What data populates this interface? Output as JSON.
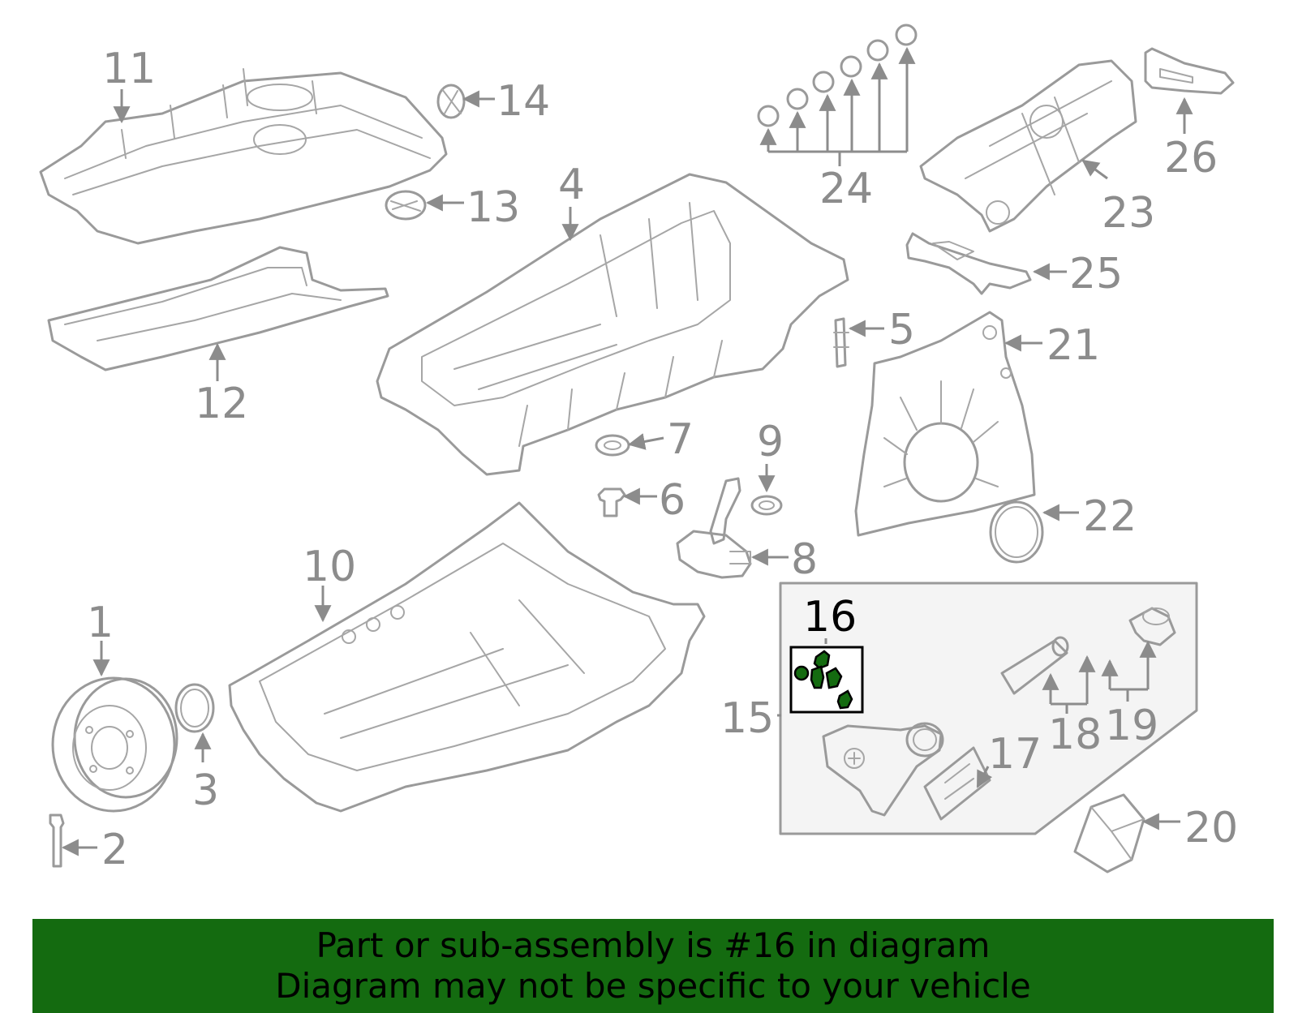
{
  "diagram": {
    "highlight_color": "#146b10",
    "part_color": "#9a9a9a",
    "labels": [
      {
        "id": "1",
        "text": "1"
      },
      {
        "id": "2",
        "text": "2"
      },
      {
        "id": "3",
        "text": "3"
      },
      {
        "id": "4",
        "text": "4"
      },
      {
        "id": "5",
        "text": "5"
      },
      {
        "id": "6",
        "text": "6"
      },
      {
        "id": "7",
        "text": "7"
      },
      {
        "id": "8",
        "text": "8"
      },
      {
        "id": "9",
        "text": "9"
      },
      {
        "id": "10",
        "text": "10"
      },
      {
        "id": "11",
        "text": "11"
      },
      {
        "id": "12",
        "text": "12"
      },
      {
        "id": "13",
        "text": "13"
      },
      {
        "id": "14",
        "text": "14"
      },
      {
        "id": "15",
        "text": "15"
      },
      {
        "id": "16",
        "text": "16"
      },
      {
        "id": "17",
        "text": "17"
      },
      {
        "id": "18",
        "text": "18"
      },
      {
        "id": "19",
        "text": "19"
      },
      {
        "id": "20",
        "text": "20"
      },
      {
        "id": "21",
        "text": "21"
      },
      {
        "id": "22",
        "text": "22"
      },
      {
        "id": "23",
        "text": "23"
      },
      {
        "id": "24",
        "text": "24"
      },
      {
        "id": "25",
        "text": "25"
      },
      {
        "id": "26",
        "text": "26"
      }
    ],
    "highlighted_part": "16"
  },
  "banner": {
    "background": "#146b10",
    "line1": "Part or sub-assembly is #16 in diagram",
    "line2": "Diagram may not be specific to your vehicle"
  }
}
